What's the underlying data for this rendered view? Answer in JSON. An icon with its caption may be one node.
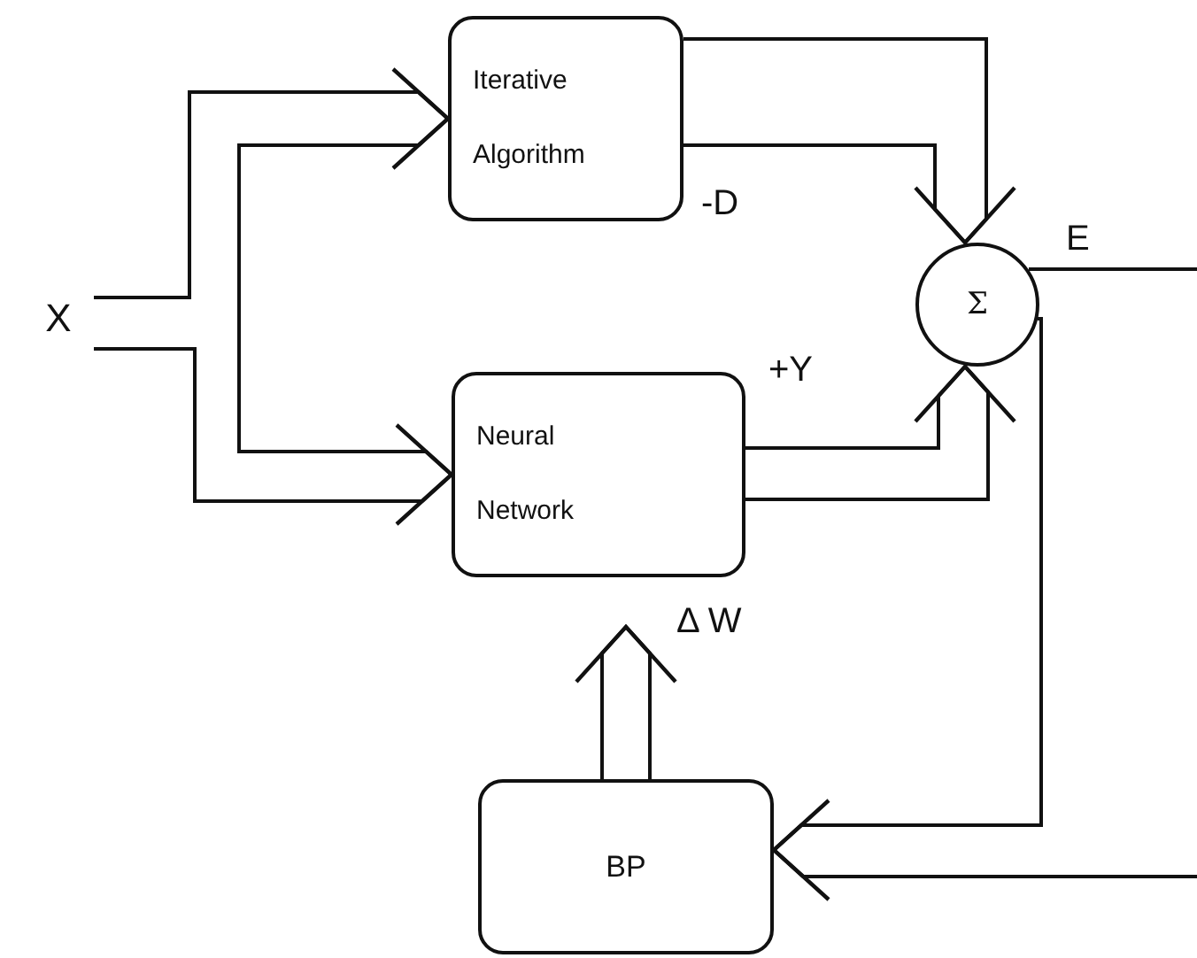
{
  "diagram": {
    "nodes": [
      {
        "text": [
          "X"
        ]
      },
      {
        "text": [
          "Iterative Algorithm"
        ]
      },
      {
        "text": [
          "Neural Network"
        ]
      },
      {
        "text": [
          "Σ"
        ]
      },
      {
        "text": [
          "BP"
        ]
      }
    ],
    "edges": [
      {
        "from": 0,
        "to": 1,
        "arrow": "to"
      },
      {
        "from": 0,
        "to": 2,
        "arrow": "to"
      },
      {
        "from": 1,
        "to": 3,
        "arrow": "to",
        "label": "-D"
      },
      {
        "from": 2,
        "to": 3,
        "arrow": "to",
        "label": "+Y"
      },
      {
        "from": 3,
        "to": 4,
        "arrow": "to",
        "label": "E"
      },
      {
        "from": 4,
        "to": 2,
        "arrow": "to",
        "label": "Δ W"
      }
    ]
  }
}
